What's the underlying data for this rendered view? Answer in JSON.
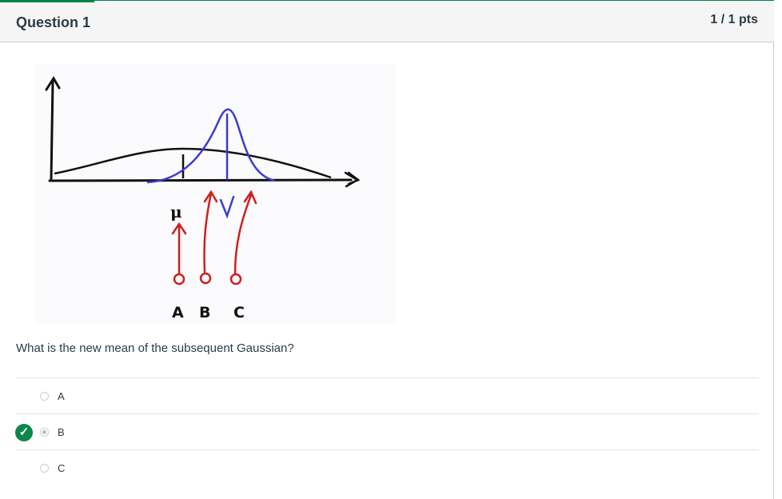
{
  "question": {
    "title": "Question 1",
    "points": "1 / 1 pts",
    "text": "What is the new mean of the subsequent Gaussian?"
  },
  "figure": {
    "mu_label": "μ",
    "option_labels": [
      "A",
      "B",
      "C"
    ],
    "colors": {
      "ink": "#111111",
      "blue": "#3b3bd1",
      "red": "#cf1f1f"
    }
  },
  "answers": [
    {
      "label": "A",
      "selected": false,
      "correct": false
    },
    {
      "label": "B",
      "selected": true,
      "correct": true
    },
    {
      "label": "C",
      "selected": false,
      "correct": false
    }
  ],
  "correct_icon": "check-icon",
  "colors": {
    "success": "#0b874b",
    "text": "#2d3b45",
    "border": "#c7cdd1"
  }
}
